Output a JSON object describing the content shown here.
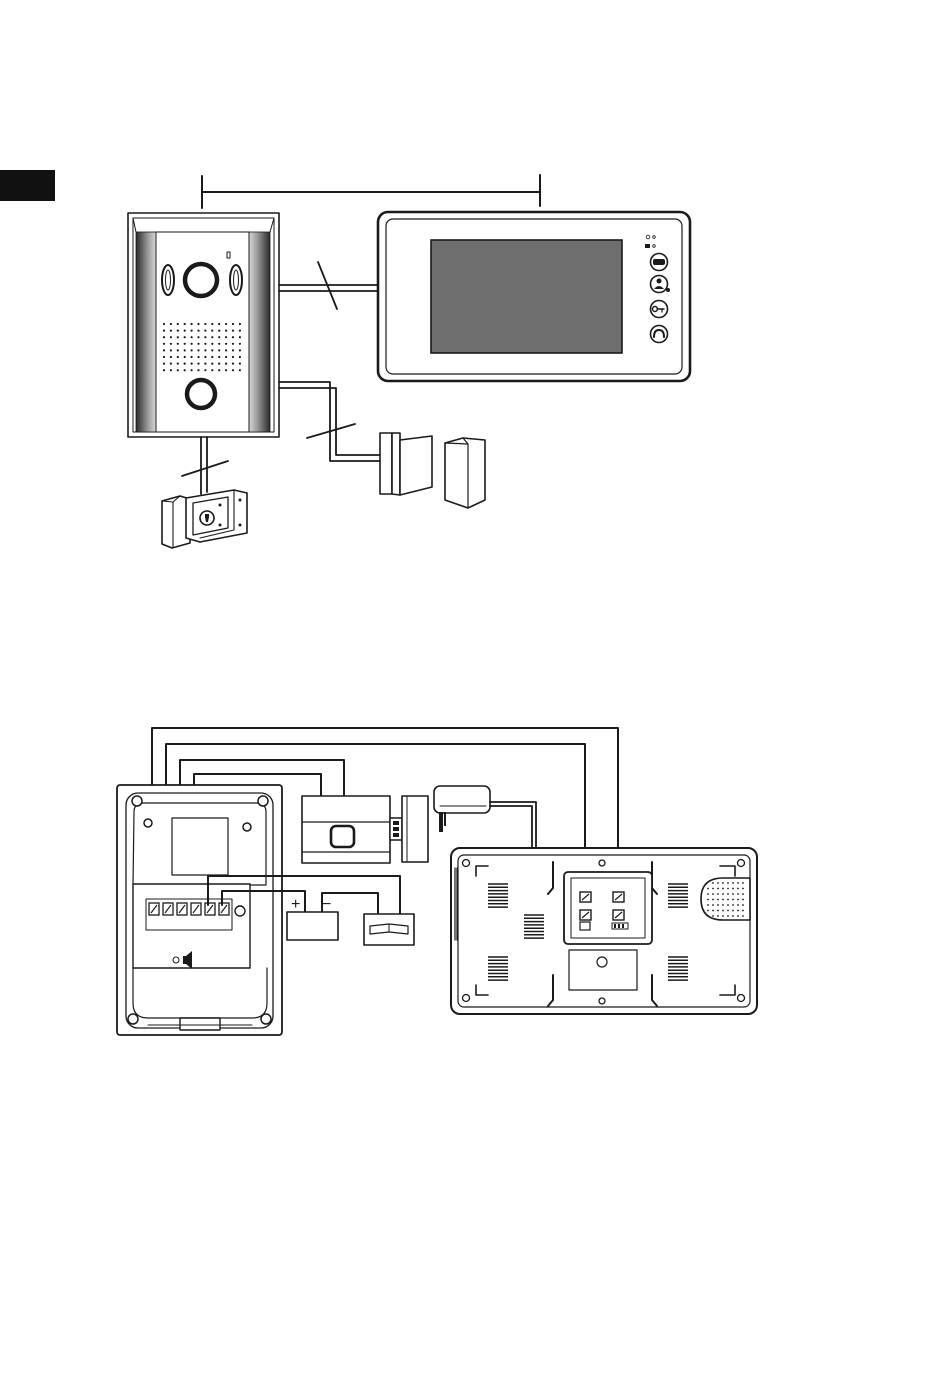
{
  "page": {
    "tab_color": "#111111",
    "ink": "#1a1a1a",
    "screen_color": "#6e6e6e"
  },
  "wiring_diagram": {
    "battery_plus_label": "+",
    "battery_minus_label": "−"
  },
  "icons": {
    "monitor_buttons": [
      "menu-icon",
      "intercom-icon",
      "unlock-icon",
      "hangup-icon"
    ],
    "devices": [
      "door-station",
      "indoor-monitor",
      "electric-lock",
      "door-contact",
      "power-adapter",
      "exit-button",
      "battery",
      "door-strike"
    ]
  }
}
